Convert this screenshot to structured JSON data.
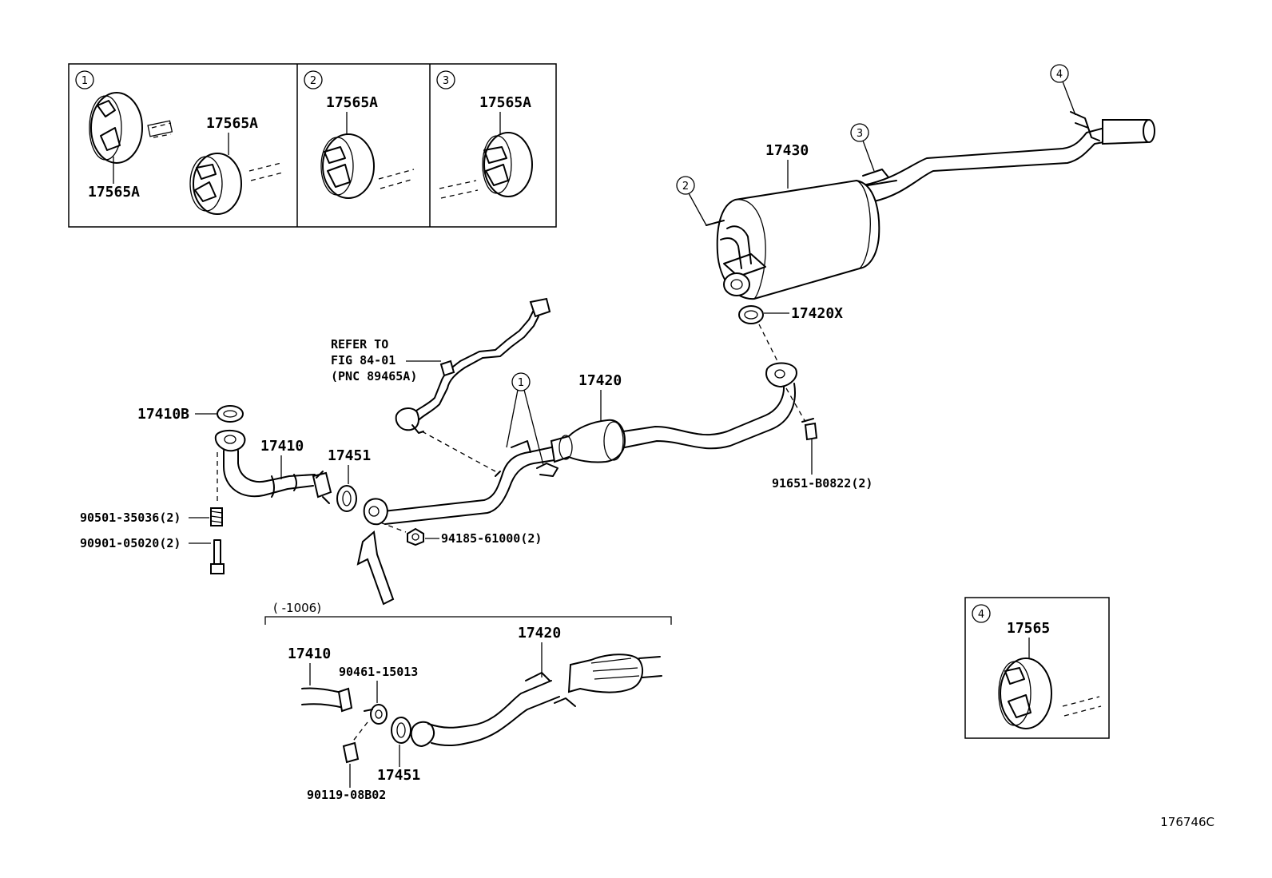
{
  "figure_id": "176746C",
  "detail_boxes": {
    "box1": {
      "marker": "1",
      "labels": [
        "17565A",
        "17565A"
      ]
    },
    "box2": {
      "marker": "2",
      "label": "17565A"
    },
    "box3": {
      "marker": "3",
      "label": "17565A"
    },
    "box4": {
      "marker": "4",
      "label": "17565"
    }
  },
  "refer_note": {
    "line1": "REFER TO",
    "line2": "FIG 84-01",
    "line3": "(PNC 89465A)"
  },
  "parts": {
    "p17430": "17430",
    "p17420x": "17420X",
    "p17420": "17420",
    "p17410b": "17410B",
    "p17410": "17410",
    "p17451": "17451",
    "p90501": "90501-35036(2)",
    "p90901": "90901-05020(2)",
    "p94185": "94185-61000(2)",
    "p91651": "91651-B0822(2)"
  },
  "callouts": {
    "c1": "1",
    "c2": "2",
    "c3": "3",
    "c4": "4"
  },
  "variant": {
    "range": "(      -1006)",
    "p17410": "17410",
    "p17420": "17420",
    "p90461": "90461-15013",
    "p17451": "17451",
    "p90119": "90119-08B02"
  }
}
